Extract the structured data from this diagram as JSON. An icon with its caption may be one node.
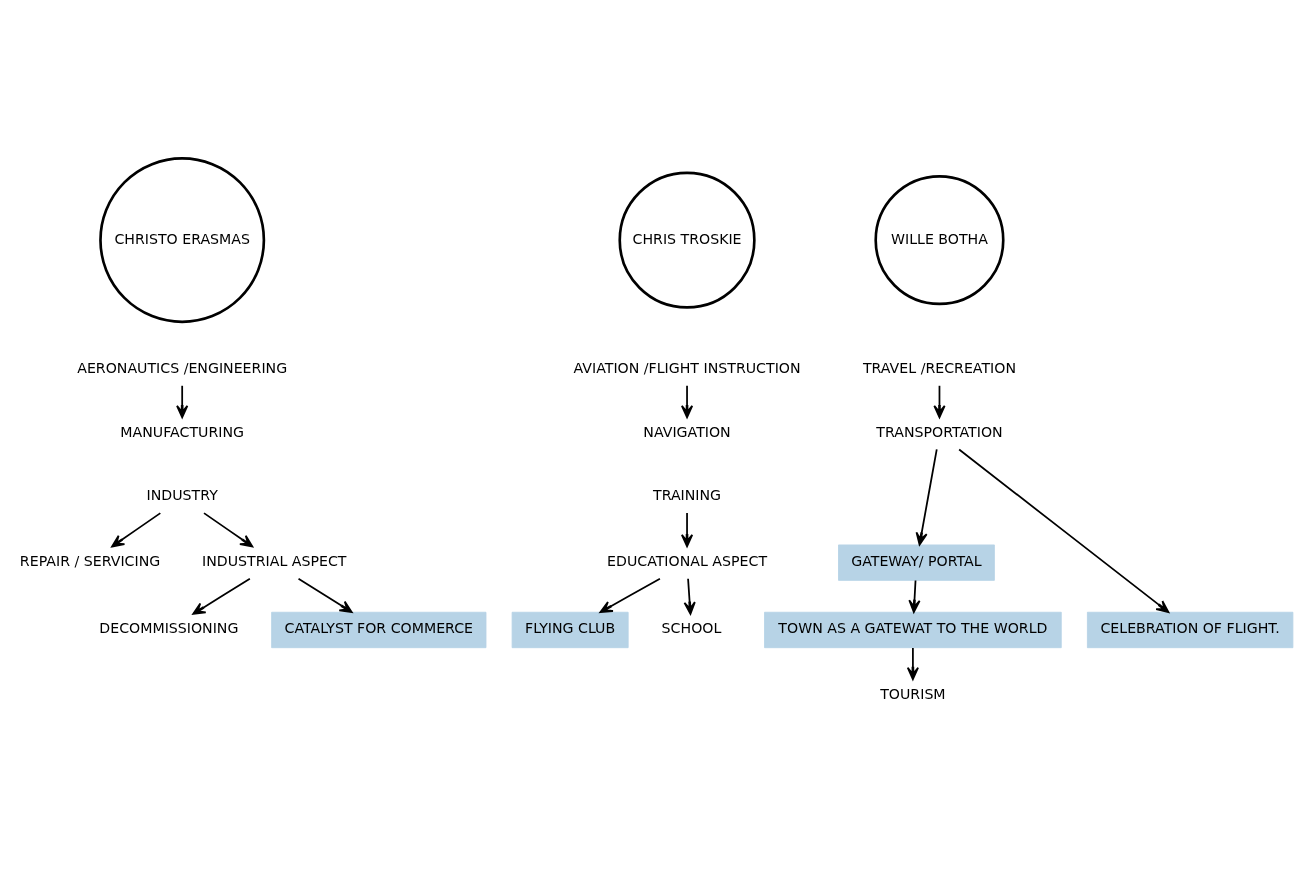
{
  "diagram": {
    "nodes": [
      {
        "text": [
          "CHRISTO ERASMAS"
        ]
      },
      {
        "text": [
          "CHRIS TROSKIE"
        ]
      },
      {
        "text": [
          "WILLE BOTHA"
        ]
      },
      {
        "text": [
          "AERONAUTICS /ENGINEERING"
        ]
      },
      {
        "text": [
          "MANUFACTURING"
        ]
      },
      {
        "text": [
          "REPAIR / SERVICING"
        ]
      },
      {
        "text": [
          "INDUSTRY"
        ]
      },
      {
        "text": [
          "INDUSTRIAL ASPECT"
        ]
      },
      {
        "text": [
          "DECOMMISSIONING"
        ]
      },
      {
        "text": [
          "CATALYST FOR COMMERCE"
        ]
      },
      {
        "text": [
          "AVIATION /FLIGHT INSTRUCTION"
        ]
      },
      {
        "text": [
          "NAVIGATION"
        ]
      },
      {
        "text": [
          "TRAINING"
        ]
      },
      {
        "text": [
          "FLYING CLUB"
        ]
      },
      {
        "text": [
          "EDUCATIONAL ASPECT"
        ]
      },
      {
        "text": [
          "SCHOOL"
        ]
      },
      {
        "text": [
          "TRAVEL /RECREATION"
        ]
      },
      {
        "text": [
          "TRANSPORTATION"
        ]
      },
      {
        "text": [
          "GATEWAY/ PORTAL"
        ]
      },
      {
        "text": [
          "CELEBRATION OF FLIGHT."
        ]
      },
      {
        "text": [
          "TOWN AS A GATEWAT TO THE WORLD"
        ]
      },
      {
        "text": [
          "TOURISM"
        ]
      }
    ],
    "edges": [
      {
        "from": 3,
        "to": 4,
        "arrow": "to"
      },
      {
        "from": 6,
        "to": 5,
        "arrow": "to"
      },
      {
        "from": 6,
        "to": 7,
        "arrow": "to"
      },
      {
        "from": 7,
        "to": 8,
        "arrow": "to"
      },
      {
        "from": 7,
        "to": 9,
        "arrow": "to"
      },
      {
        "from": 10,
        "to": 11,
        "arrow": "to"
      },
      {
        "from": 12,
        "to": 14,
        "arrow": "to"
      },
      {
        "from": 14,
        "to": 13,
        "arrow": "to"
      },
      {
        "from": 14,
        "to": 15,
        "arrow": "to"
      },
      {
        "from": 16,
        "to": 17,
        "arrow": "to"
      },
      {
        "from": 17,
        "to": 18,
        "arrow": "to"
      },
      {
        "from": 17,
        "to": 19,
        "arrow": "to"
      },
      {
        "from": 18,
        "to": 20,
        "arrow": "to"
      },
      {
        "from": 20,
        "to": 21,
        "arrow": "to"
      }
    ]
  }
}
